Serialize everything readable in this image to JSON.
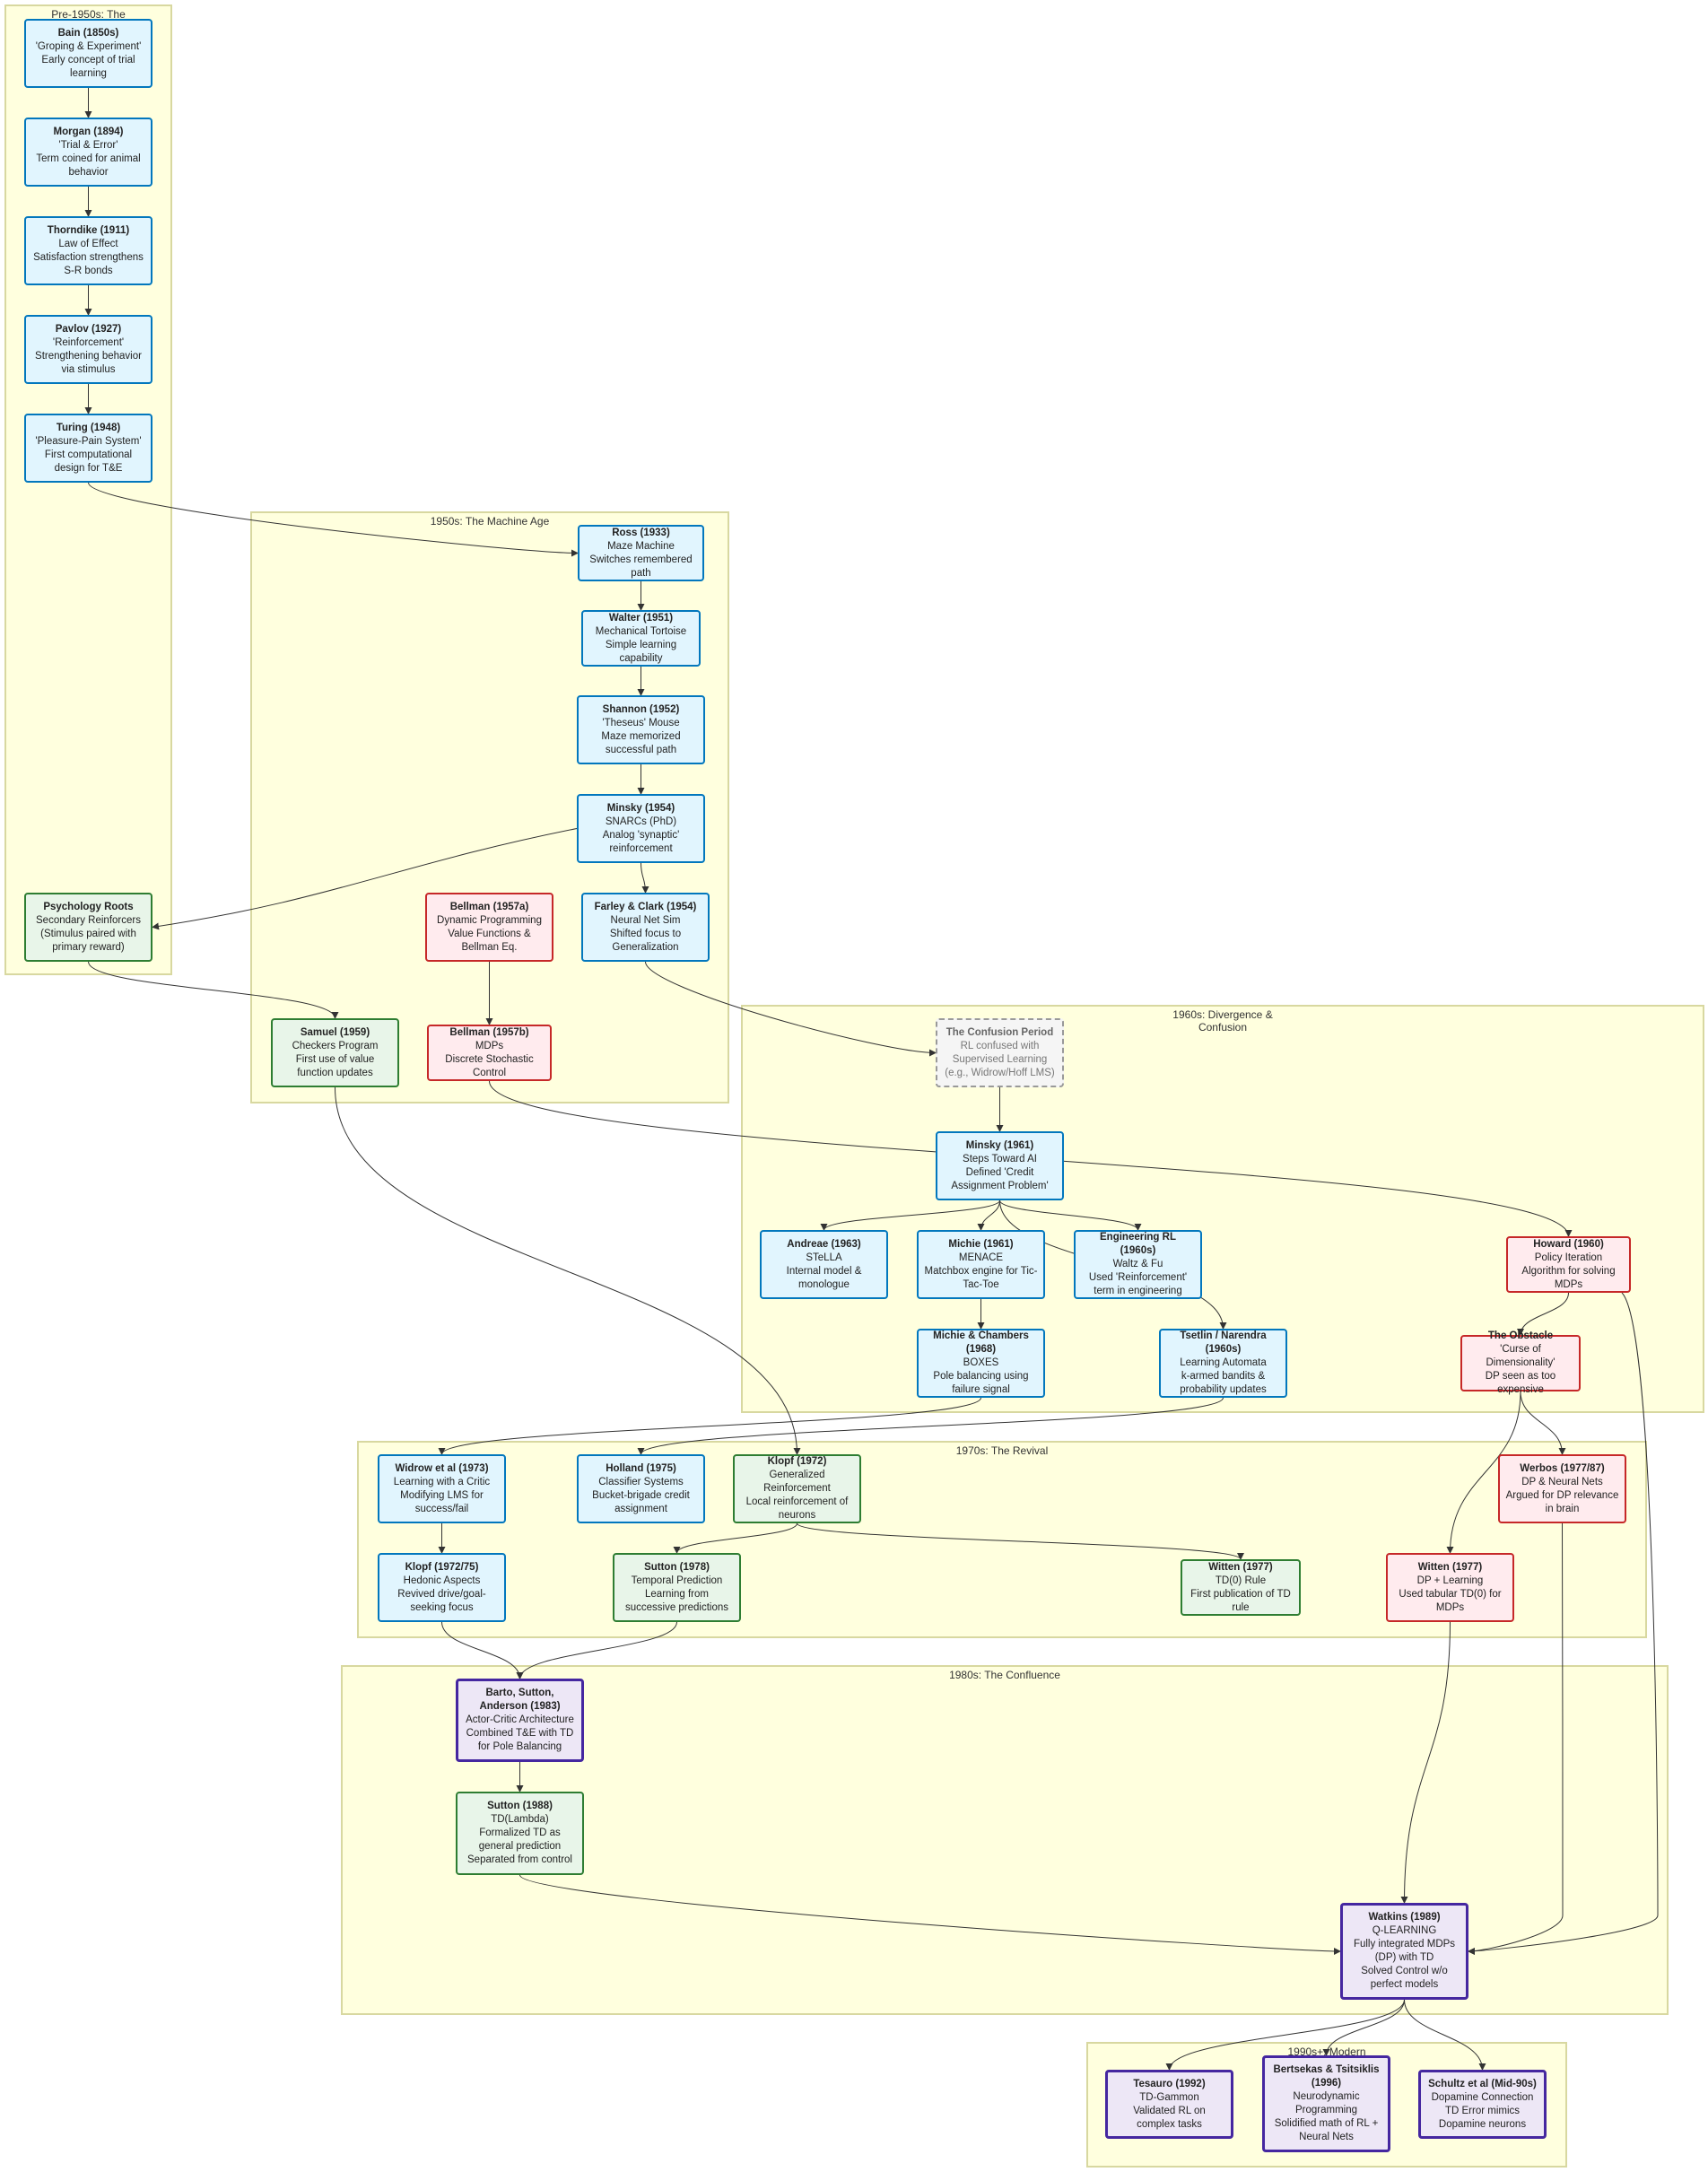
{
  "clusters": [
    {
      "id": "pre1950",
      "label": "Pre-1950s: The"
    },
    {
      "id": "c1950",
      "label": "1950s: The Machine Age"
    },
    {
      "id": "c1960",
      "label": "1960s: Divergence & Confusion"
    },
    {
      "id": "c1970",
      "label": "1970s: The Revival"
    },
    {
      "id": "c1980",
      "label": "1980s: The Confluence"
    },
    {
      "id": "c1990",
      "label": "1990s+: Modern"
    }
  ],
  "nodes": [
    {
      "id": "bain",
      "style": "blue",
      "title": "Bain (1850s)",
      "lines": [
        "'Groping & Experiment'",
        "Early concept of trial learning"
      ]
    },
    {
      "id": "morgan",
      "style": "blue",
      "title": "Morgan (1894)",
      "lines": [
        "'Trial & Error'",
        "Term coined for animal behavior"
      ]
    },
    {
      "id": "thorndike",
      "style": "blue",
      "title": "Thorndike (1911)",
      "lines": [
        "Law of Effect",
        "Satisfaction strengthens S-R bonds"
      ]
    },
    {
      "id": "pavlov",
      "style": "blue",
      "title": "Pavlov (1927)",
      "lines": [
        "'Reinforcement'",
        "Strengthening behavior via stimulus"
      ]
    },
    {
      "id": "turing",
      "style": "blue",
      "title": "Turing (1948)",
      "lines": [
        "'Pleasure-Pain System'",
        "First computational design for T&E"
      ]
    },
    {
      "id": "psych",
      "style": "green",
      "title": "Psychology Roots",
      "lines": [
        "Secondary Reinforcers",
        "(Stimulus paired with primary reward)"
      ]
    },
    {
      "id": "ross",
      "style": "blue",
      "title": "Ross (1933)",
      "lines": [
        "Maze Machine",
        "Switches remembered path"
      ]
    },
    {
      "id": "walter",
      "style": "blue",
      "title": "Walter (1951)",
      "lines": [
        "Mechanical Tortoise",
        "Simple learning capability"
      ]
    },
    {
      "id": "shannon",
      "style": "blue",
      "title": "Shannon (1952)",
      "lines": [
        "'Theseus' Mouse",
        "Maze memorized successful path"
      ]
    },
    {
      "id": "minsky54",
      "style": "blue",
      "title": "Minsky (1954)",
      "lines": [
        "SNARCs (PhD)",
        "Analog 'synaptic' reinforcement"
      ]
    },
    {
      "id": "bellman57a",
      "style": "red",
      "title": "Bellman (1957a)",
      "lines": [
        "Dynamic Programming",
        "Value Functions & Bellman Eq."
      ]
    },
    {
      "id": "farley",
      "style": "blue",
      "title": "Farley & Clark (1954)",
      "lines": [
        "Neural Net Sim",
        "Shifted focus to Generalization"
      ]
    },
    {
      "id": "samuel",
      "style": "green",
      "title": "Samuel (1959)",
      "lines": [
        "Checkers Program",
        "First use of value function updates"
      ]
    },
    {
      "id": "bellman57b",
      "style": "red",
      "title": "Bellman (1957b)",
      "lines": [
        "MDPs",
        "Discrete Stochastic Control"
      ]
    },
    {
      "id": "confusion",
      "style": "grey",
      "title": "The Confusion Period",
      "lines": [
        "RL confused with Supervised Learning",
        "(e.g., Widrow/Hoff LMS)"
      ]
    },
    {
      "id": "minsky61",
      "style": "blue",
      "title": "Minsky (1961)",
      "lines": [
        "Steps Toward AI",
        "Defined 'Credit Assignment Problem'"
      ]
    },
    {
      "id": "andreae",
      "style": "blue",
      "title": "Andreae (1963)",
      "lines": [
        "STeLLA",
        "Internal model & monologue"
      ]
    },
    {
      "id": "michie61",
      "style": "blue",
      "title": "Michie (1961)",
      "lines": [
        "MENACE",
        "Matchbox engine for Tic-Tac-Toe"
      ]
    },
    {
      "id": "engrl",
      "style": "blue",
      "title": "Engineering RL (1960s)",
      "lines": [
        "Waltz & Fu",
        "Used 'Reinforcement' term in engineering"
      ]
    },
    {
      "id": "howard",
      "style": "red",
      "title": "Howard (1960)",
      "lines": [
        "Policy Iteration",
        "Algorithm for solving MDPs"
      ]
    },
    {
      "id": "michie68",
      "style": "blue",
      "title": "Michie & Chambers (1968)",
      "lines": [
        "BOXES",
        "Pole balancing using failure signal"
      ]
    },
    {
      "id": "tsetlin",
      "style": "blue",
      "title": "Tsetlin / Narendra (1960s)",
      "lines": [
        "Learning Automata",
        "k-armed bandits & probability updates"
      ]
    },
    {
      "id": "obstacle",
      "style": "red",
      "title": "The Obstacle",
      "lines": [
        "'Curse of Dimensionality'",
        "DP seen as too expensive"
      ]
    },
    {
      "id": "widrow",
      "style": "blue",
      "title": "Widrow et al (1973)",
      "lines": [
        "Learning with a Critic",
        "Modifying LMS for success/fail"
      ]
    },
    {
      "id": "holland",
      "style": "blue",
      "title": "Holland (1975)",
      "lines": [
        "Classifier Systems",
        "Bucket-brigade credit assignment"
      ]
    },
    {
      "id": "klopf72",
      "style": "green",
      "title": "Klopf (1972)",
      "lines": [
        "Generalized Reinforcement",
        "Local reinforcement of neurons"
      ]
    },
    {
      "id": "werbos",
      "style": "red",
      "title": "Werbos (1977/87)",
      "lines": [
        "DP & Neural Nets",
        "Argued for DP relevance in brain"
      ]
    },
    {
      "id": "klopf7275",
      "style": "blue",
      "title": "Klopf (1972/75)",
      "lines": [
        "Hedonic Aspects",
        "Revived drive/goal-seeking focus"
      ]
    },
    {
      "id": "sutton78",
      "style": "green",
      "title": "Sutton (1978)",
      "lines": [
        "Temporal Prediction",
        "Learning from successive predictions"
      ]
    },
    {
      "id": "witten77g",
      "style": "green",
      "title": "Witten (1977)",
      "lines": [
        "TD(0) Rule",
        "First publication of TD rule"
      ]
    },
    {
      "id": "witten77r",
      "style": "red",
      "title": "Witten (1977)",
      "lines": [
        "DP + Learning",
        "Used tabular TD(0) for MDPs"
      ]
    },
    {
      "id": "barto",
      "style": "purple",
      "title": "Barto, Sutton, Anderson (1983)",
      "lines": [
        "Actor-Critic Architecture",
        "Combined T&E with TD for Pole Balancing"
      ]
    },
    {
      "id": "sutton88",
      "style": "green",
      "title": "Sutton (1988)",
      "lines": [
        "TD(Lambda)",
        "Formalized TD as general prediction",
        "Separated from control"
      ]
    },
    {
      "id": "watkins",
      "style": "purple",
      "title": "Watkins (1989)",
      "lines": [
        "Q-LEARNING",
        "Fully integrated MDPs (DP) with TD",
        "Solved Control w/o perfect models"
      ]
    },
    {
      "id": "tesauro",
      "style": "purple",
      "title": "Tesauro (1992)",
      "lines": [
        "TD-Gammon",
        "Validated RL on complex tasks"
      ]
    },
    {
      "id": "bertsekas",
      "style": "purple",
      "title": "Bertsekas & Tsitsiklis (1996)",
      "lines": [
        "Neurodynamic Programming",
        "Solidified math of RL + Neural Nets"
      ]
    },
    {
      "id": "schultz",
      "style": "purple",
      "title": "Schultz et al (Mid-90s)",
      "lines": [
        "Dopamine Connection",
        "TD Error mimics Dopamine neurons"
      ]
    }
  ],
  "edges": [
    [
      "bain",
      "morgan"
    ],
    [
      "morgan",
      "thorndike"
    ],
    [
      "thorndike",
      "pavlov"
    ],
    [
      "pavlov",
      "turing"
    ],
    [
      "turing",
      "ross"
    ],
    [
      "ross",
      "walter"
    ],
    [
      "walter",
      "shannon"
    ],
    [
      "shannon",
      "minsky54"
    ],
    [
      "minsky54",
      "psych"
    ],
    [
      "minsky54",
      "farley"
    ],
    [
      "psych",
      "samuel"
    ],
    [
      "bellman57a",
      "bellman57b"
    ],
    [
      "farley",
      "confusion"
    ],
    [
      "bellman57b",
      "howard"
    ],
    [
      "confusion",
      "minsky61"
    ],
    [
      "minsky61",
      "andreae"
    ],
    [
      "minsky61",
      "michie61"
    ],
    [
      "minsky61",
      "engrl"
    ],
    [
      "minsky61",
      "tsetlin"
    ],
    [
      "michie61",
      "michie68"
    ],
    [
      "howard",
      "obstacle"
    ],
    [
      "howard",
      "watkins"
    ],
    [
      "samuel",
      "klopf72"
    ],
    [
      "michie68",
      "widrow"
    ],
    [
      "tsetlin",
      "holland"
    ],
    [
      "obstacle",
      "witten77r"
    ],
    [
      "obstacle",
      "werbos"
    ],
    [
      "widrow",
      "klopf7275"
    ],
    [
      "klopf72",
      "sutton78"
    ],
    [
      "klopf72",
      "witten77g"
    ],
    [
      "klopf7275",
      "barto"
    ],
    [
      "sutton78",
      "barto"
    ],
    [
      "barto",
      "sutton88"
    ],
    [
      "sutton88",
      "watkins"
    ],
    [
      "witten77r",
      "watkins"
    ],
    [
      "werbos",
      "watkins"
    ],
    [
      "watkins",
      "tesauro"
    ],
    [
      "watkins",
      "bertsekas"
    ],
    [
      "watkins",
      "schultz"
    ]
  ]
}
